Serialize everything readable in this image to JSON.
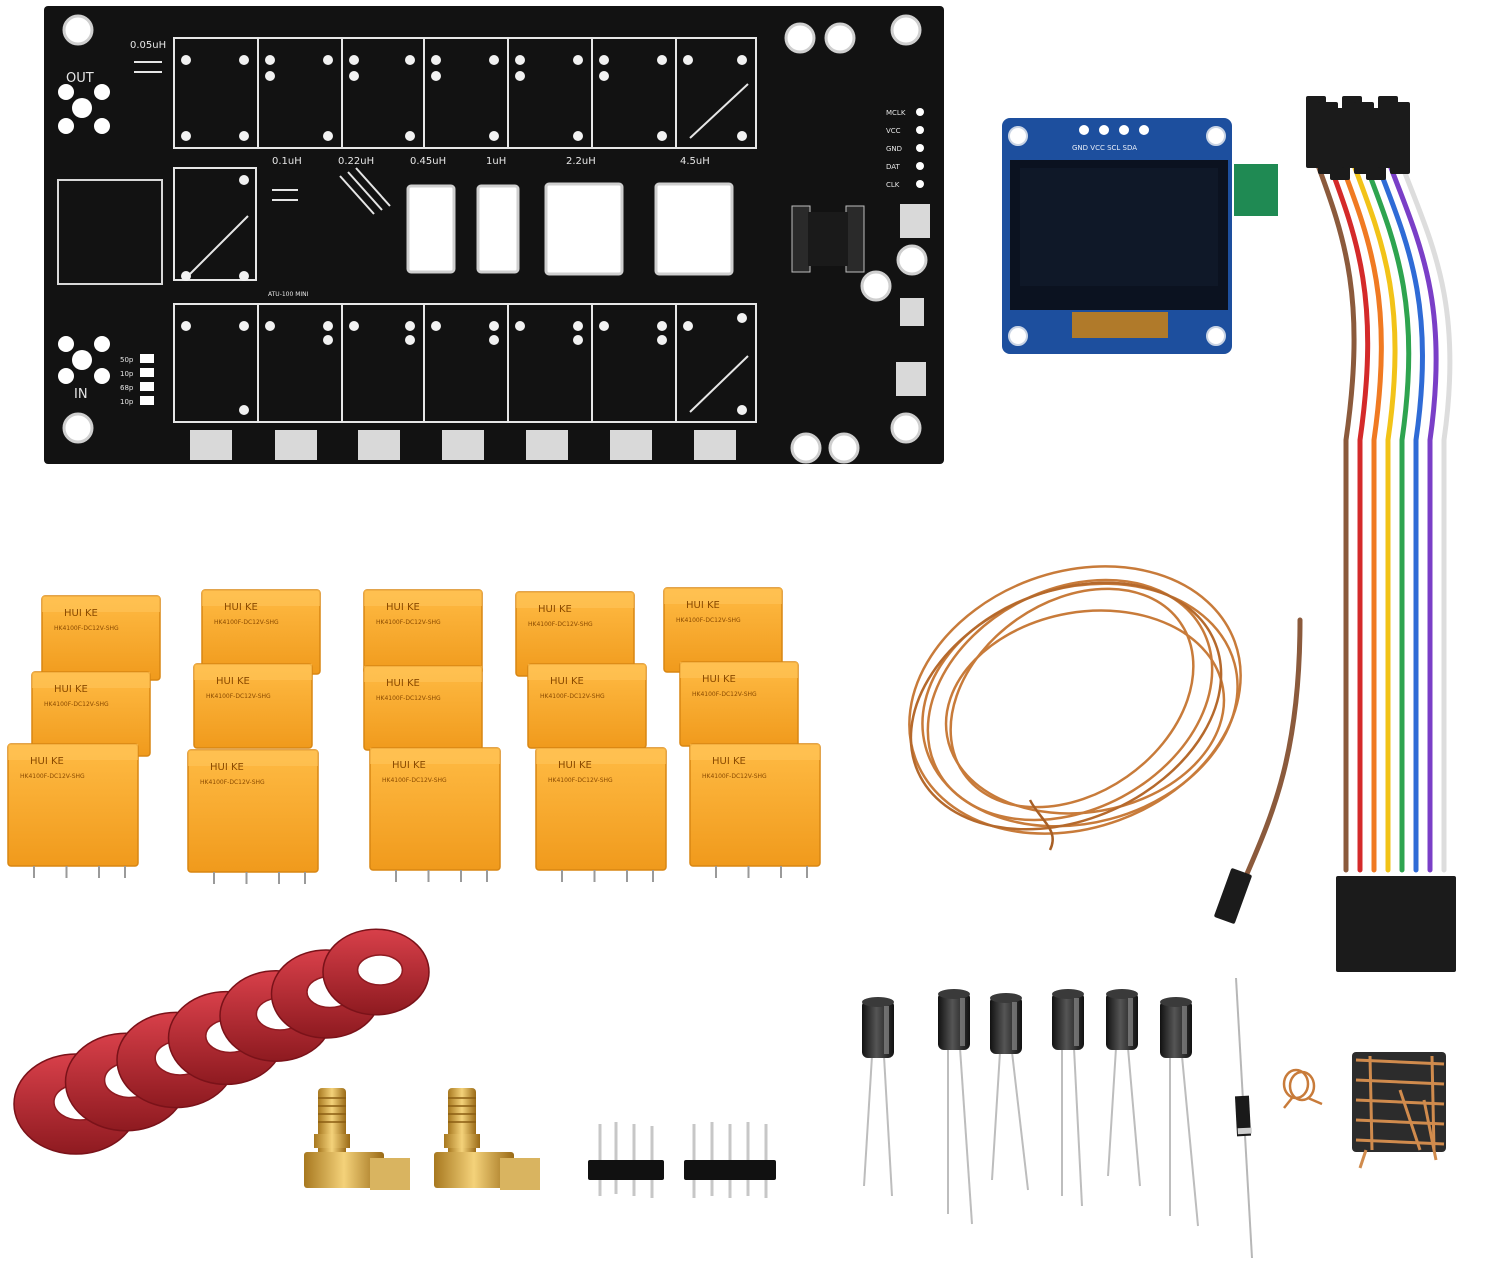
{
  "pcb": {
    "labels": {
      "out": "OUT",
      "in": "IN",
      "l_005": "0.05uH",
      "l_01": "0.1uH",
      "l_022": "0.22uH",
      "l_045": "0.45uH",
      "l_1": "1uH",
      "l_22": "2.2uH",
      "l_45": "4.5uH"
    },
    "header_pins": [
      "MCLK",
      "VCC",
      "GND",
      "DAT",
      "CLK"
    ],
    "cap_labels": [
      "50p",
      "10p",
      "68p",
      "10p"
    ],
    "serial": "ATU-100 MINI"
  },
  "oled": {
    "pins": "GND VCC SCL SDA"
  },
  "relays": {
    "count": 15,
    "brand": "HUI KE",
    "model": "HK4100F-DC12V-SHG"
  },
  "jumper_wires": {
    "colors": [
      "#8b5a3c",
      "#d42a2a",
      "#f07a22",
      "#f2c318",
      "#2ea44f",
      "#2f6bd6",
      "#7a3fc7",
      "#dddddd"
    ]
  },
  "components": {
    "toroid_count": 7,
    "toroid_color": "#b3222a",
    "sma_connector_count": 2,
    "pin_header_count": 2,
    "capacitor_count": 6,
    "diode_count": 1
  }
}
